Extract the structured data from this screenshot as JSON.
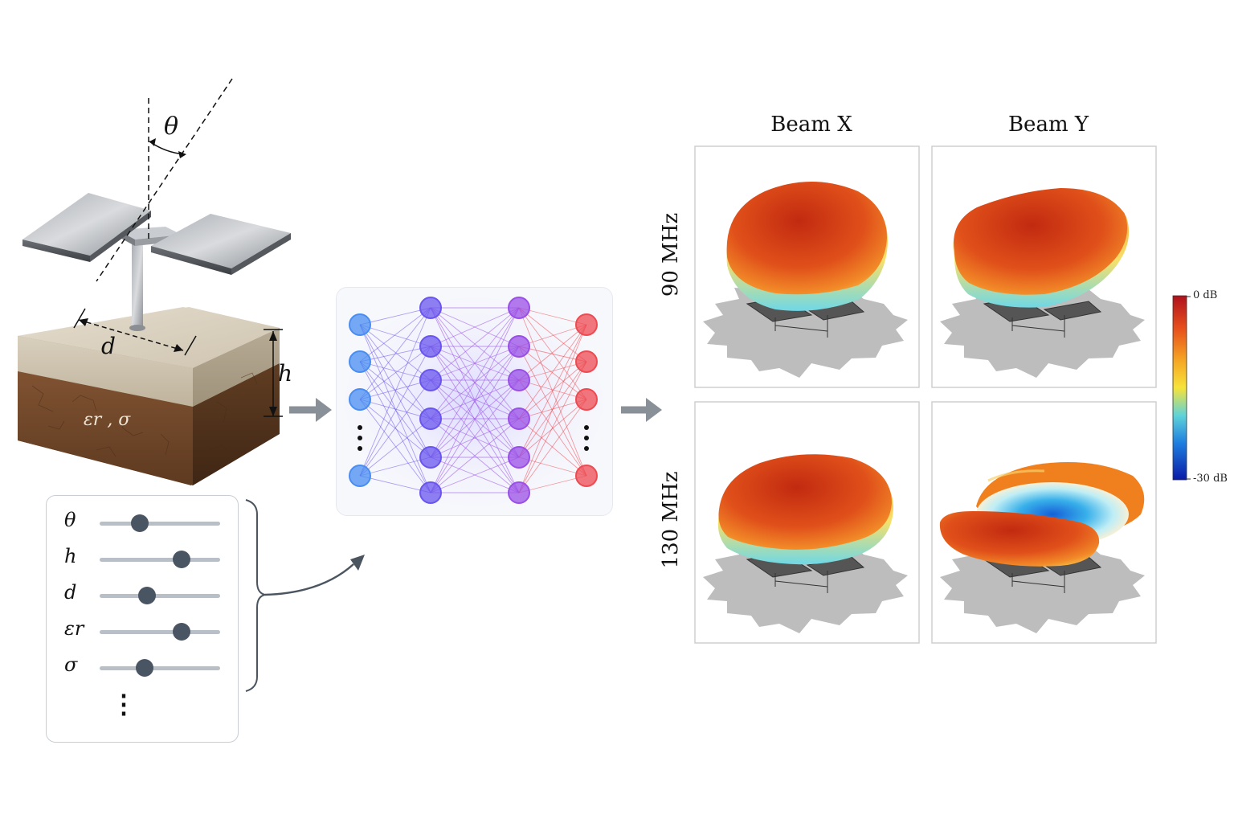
{
  "antenna": {
    "angle_label": "θ",
    "dipole_length_label": "d",
    "height_label": "h",
    "soil_label": "εr , σ"
  },
  "parameters": {
    "items": [
      {
        "symbol": "θ",
        "level": 0.33
      },
      {
        "symbol": "h",
        "level": 0.68
      },
      {
        "symbol": "d",
        "level": 0.39
      },
      {
        "symbol": "εr",
        "level": 0.68
      },
      {
        "symbol": "σ",
        "level": 0.37
      }
    ],
    "more": "⋮"
  },
  "network": {
    "layers": [
      5,
      6,
      6,
      5
    ],
    "colors": [
      "#4a8df2",
      "#6a55ee",
      "#9a4fe6",
      "#ee4a52"
    ]
  },
  "patterns": {
    "columns": [
      "Beam X",
      "Beam Y"
    ],
    "rows": [
      "90 MHz",
      "130 MHz"
    ]
  },
  "colorbar": {
    "max_label": "0 dB",
    "min_label": "-30 dB"
  }
}
